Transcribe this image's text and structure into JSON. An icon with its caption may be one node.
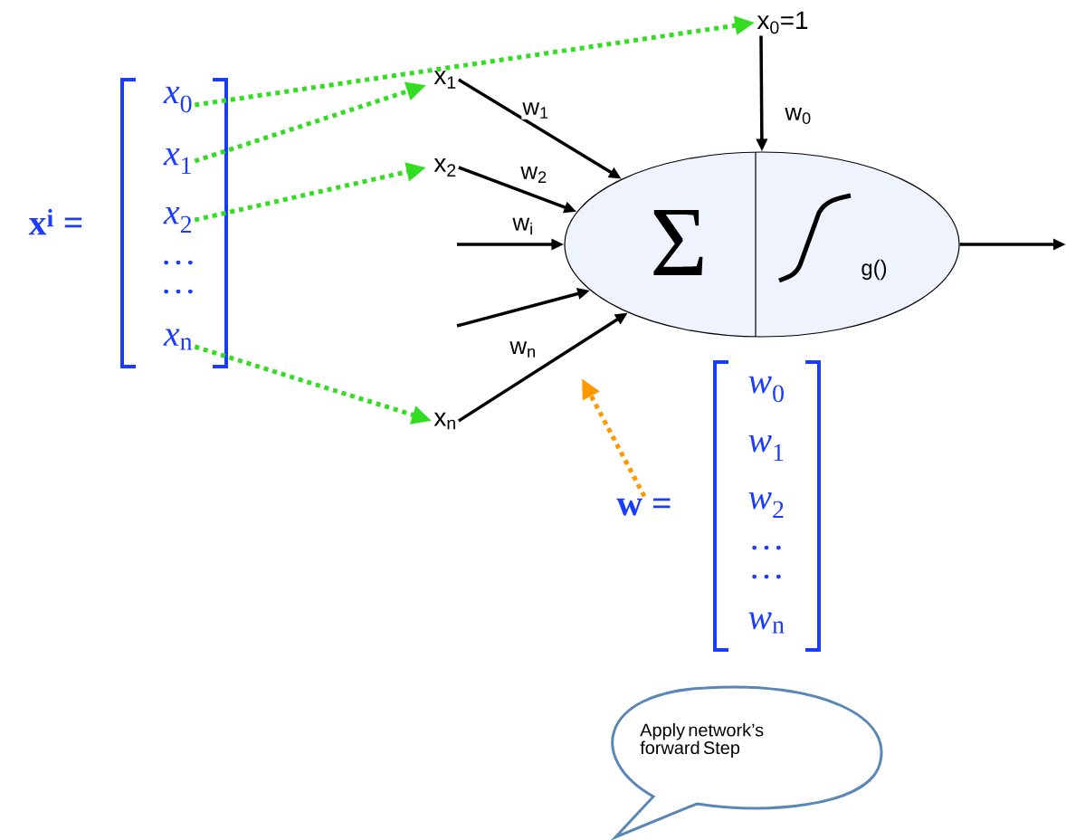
{
  "diagram": {
    "nodes": [
      {
        "text": [
          "Σ",
          "g()"
        ]
      },
      {
        "text": [
          "x$_{0}$=1"
        ]
      },
      {
        "text": [
          "x$_{1}$"
        ]
      },
      {
        "text": [
          "x$_{2}$"
        ]
      },
      {
        "text": [
          "x$_{n}$"
        ]
      },
      {
        "text": [
          "*x*$_{0}$"
        ]
      },
      {
        "text": [
          "*x*$_{1}$"
        ]
      },
      {
        "text": [
          "*x*$_{2}$"
        ]
      },
      {
        "text": [
          "*x*$_{n}$"
        ]
      },
      {
        "text": [
          "Apply network’s forward Step"
        ]
      },
      {
        "text": [
          "w ="
        ]
      }
    ],
    "edges": [
      {
        "from": 1,
        "to": 0,
        "arrow": "to",
        "label": "w$_{0}$"
      },
      {
        "from": 2,
        "to": 0,
        "arrow": "to",
        "label": "w$_{1}$"
      },
      {
        "from": 3,
        "to": 0,
        "arrow": "to",
        "label": "w$_{2}$"
      },
      {
        "from": null,
        "to": 0,
        "arrow": "to",
        "label": "w$_{i}$"
      },
      {
        "from": null,
        "to": 0,
        "arrow": "to"
      },
      {
        "from": 4,
        "to": 0,
        "arrow": "to",
        "label": "w$_{n}$"
      },
      {
        "from": 0,
        "to": null,
        "arrow": "to"
      },
      {
        "from": 5,
        "to": 1,
        "arrow": "to",
        "style": "dashed",
        "color": "#33dd22"
      },
      {
        "from": 6,
        "to": 2,
        "arrow": "to",
        "style": "dashed",
        "color": "#33dd22"
      },
      {
        "from": 7,
        "to": 3,
        "arrow": "to",
        "style": "dashed",
        "color": "#33dd22"
      },
      {
        "from": 8,
        "to": 4,
        "arrow": "to",
        "style": "dashed",
        "color": "#33dd22"
      },
      {
        "from": 10,
        "to": null,
        "arrow": "to",
        "style": "dashed",
        "color": "#ff9900"
      }
    ],
    "labels": [
      "x$^{i}$ =",
      "…",
      "…",
      "*w*$_{0}$",
      "*w*$_{1}$",
      "*w*$_{2}$",
      "…",
      "…",
      "*w*$_{n}$"
    ]
  }
}
